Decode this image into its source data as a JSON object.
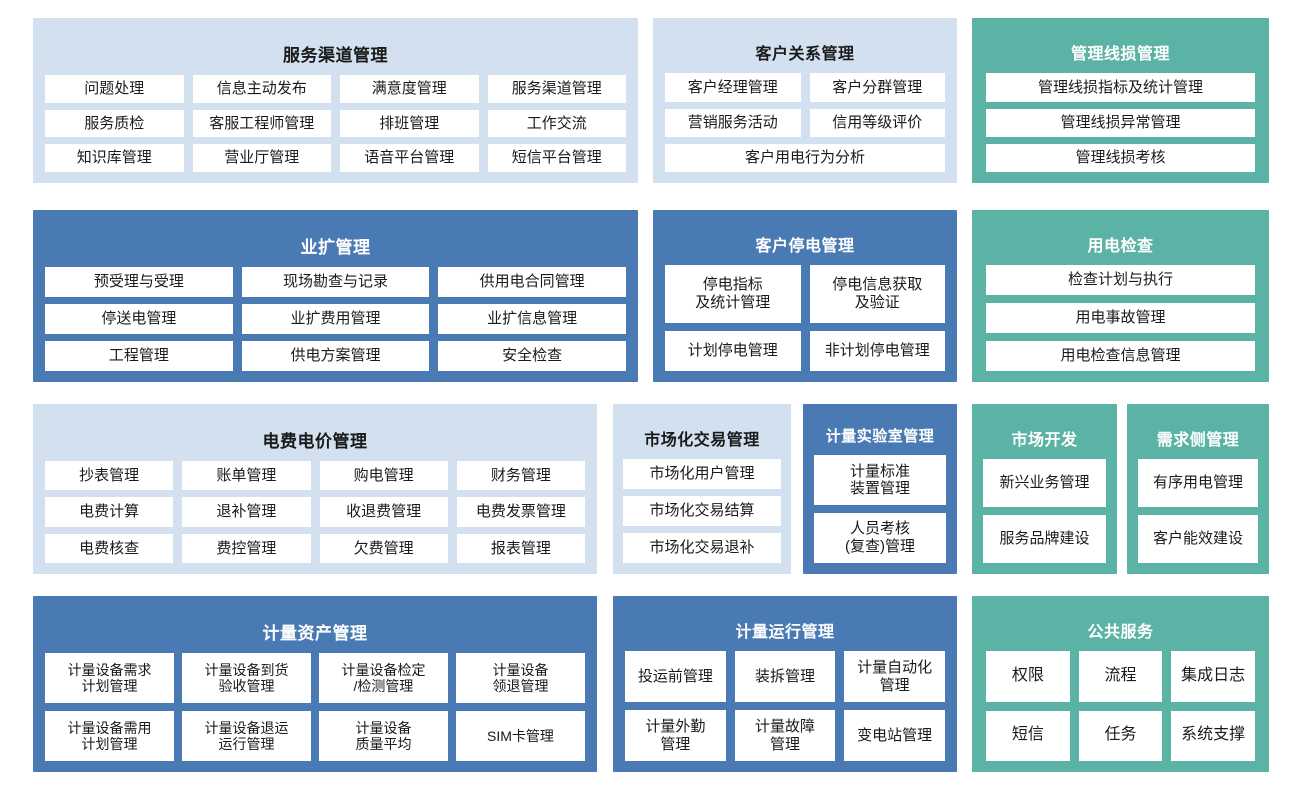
{
  "colors": {
    "light_blue": "#d2e0f0",
    "blue": "#4a7ab4",
    "teal": "#5ab3a4",
    "tile": "#ffffff",
    "page_background": "#ffffff",
    "text_dark": "#1a1a1a",
    "text_light": "#ffffff"
  },
  "panels": {
    "service_channel": {
      "title": "服务渠道管理",
      "theme": "light_blue",
      "items": [
        "问题处理",
        "信息主动发布",
        "满意度管理",
        "服务渠道管理",
        "服务质检",
        "客服工程师管理",
        "排班管理",
        "工作交流",
        "知识库管理",
        "营业厅管理",
        "语音平台管理",
        "短信平台管理"
      ]
    },
    "customer_relationship": {
      "title": "客户关系管理",
      "theme": "light_blue",
      "items": [
        "客户经理管理",
        "客户分群管理",
        "营销服务活动",
        "信用等级评价",
        "客户用电行为分析"
      ]
    },
    "management_line_loss": {
      "title": "管理线损管理",
      "theme": "teal",
      "items": [
        "管理线损指标及统计管理",
        "管理线损异常管理",
        "管理线损考核"
      ]
    },
    "business_expansion": {
      "title": "业扩管理",
      "theme": "blue",
      "items": [
        "预受理与受理",
        "现场勘查与记录",
        "供用电合同管理",
        "停送电管理",
        "业扩费用管理",
        "业扩信息管理",
        "工程管理",
        "供电方案管理",
        "安全检查"
      ]
    },
    "customer_outage": {
      "title": "客户停电管理",
      "theme": "blue",
      "items": [
        "停电指标\n及统计管理",
        "停电信息获取\n及验证",
        "计划停电管理",
        "非计划停电管理"
      ]
    },
    "power_inspection": {
      "title": "用电检查",
      "theme": "teal",
      "items": [
        "检查计划与执行",
        "用电事故管理",
        "用电检查信息管理"
      ]
    },
    "tariff_pricing": {
      "title": "电费电价管理",
      "theme": "light_blue",
      "items": [
        "抄表管理",
        "账单管理",
        "购电管理",
        "财务管理",
        "电费计算",
        "退补管理",
        "收退费管理",
        "电费发票管理",
        "电费核查",
        "费控管理",
        "欠费管理",
        "报表管理"
      ]
    },
    "market_trading": {
      "title": "市场化交易管理",
      "theme": "light_blue",
      "items": [
        "市场化用户管理",
        "市场化交易结算",
        "市场化交易退补"
      ]
    },
    "metering_lab": {
      "title": "计量实验室管理",
      "theme": "blue",
      "items": [
        "计量标准\n装置管理",
        "人员考核\n(复查)管理"
      ]
    },
    "market_development": {
      "title": "市场开发",
      "theme": "teal",
      "items": [
        "新兴业务管理",
        "服务品牌建设"
      ]
    },
    "demand_side": {
      "title": "需求侧管理",
      "theme": "teal",
      "items": [
        "有序用电管理",
        "客户能效建设"
      ]
    },
    "metering_assets": {
      "title": "计量资产管理",
      "theme": "blue",
      "items": [
        "计量设备需求\n计划管理",
        "计量设备到货\n验收管理",
        "计量设备检定\n/检测管理",
        "计量设备\n领退管理",
        "计量设备需用\n计划管理",
        "计量设备退运\n运行管理",
        "计量设备\n质量平均",
        "SIM卡管理"
      ]
    },
    "metering_operation": {
      "title": "计量运行管理",
      "theme": "blue",
      "items": [
        "投运前管理",
        "装拆管理",
        "计量自动化\n管理",
        "计量外勤\n管理",
        "计量故障\n管理",
        "变电站管理"
      ]
    },
    "public_service": {
      "title": "公共服务",
      "theme": "teal",
      "items": [
        "权限",
        "流程",
        "集成日志",
        "短信",
        "任务",
        "系统支撑"
      ]
    }
  }
}
